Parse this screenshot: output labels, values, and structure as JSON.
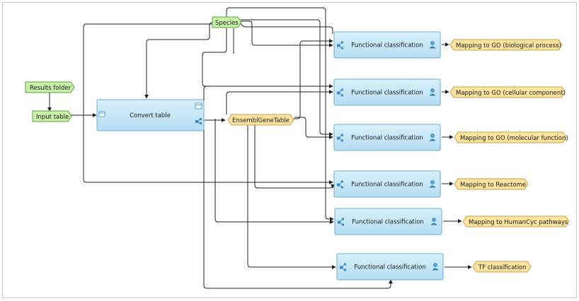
{
  "inputs": {
    "results_folder": "Results folder",
    "input_table": "Input table",
    "species": "Species"
  },
  "convert": {
    "label": "Convert table",
    "output": "EnsemblGeneTable"
  },
  "steps": [
    {
      "label": "Functional classification",
      "output": "Mapping to GO (biological process)"
    },
    {
      "label": "Functional classification",
      "output": "Mapping to GO (cellular component)"
    },
    {
      "label": "Functional classification",
      "output": "Mapping to GO (molecular function)"
    },
    {
      "label": "Functional classification",
      "output": "Mapping to Reactome"
    },
    {
      "label": "Functional classification",
      "output": "Mapping to HumanCyc pathways"
    },
    {
      "label": "Functional classification",
      "output": "TF classification"
    }
  ],
  "colors": {
    "input_fill": "#c8f0a8",
    "input_stroke": "#5aa03c",
    "output_fill": "#fde3a0",
    "output_stroke": "#c9a04a",
    "box_fill": "#c7e6f6",
    "box_stroke": "#6aaed6",
    "edge": "#202020"
  },
  "icons": {
    "input_port": "table-port-icon",
    "output_port": "tree-port-icon",
    "result_port": "person-port-icon"
  }
}
